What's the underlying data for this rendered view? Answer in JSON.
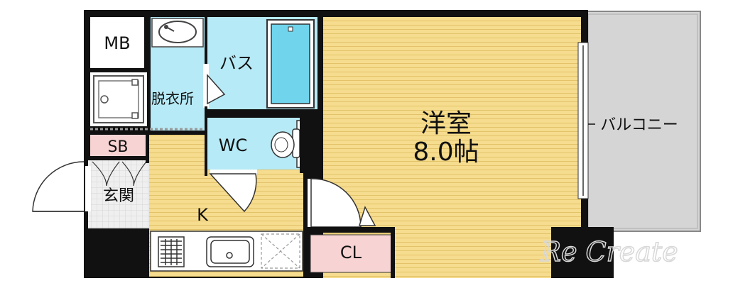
{
  "rooms": {
    "mb": "MB",
    "dressing": "脱衣所",
    "bath": "バス",
    "wc": "WC",
    "sb": "SB",
    "entrance": "玄関",
    "kitchen": "K",
    "western_name": "洋室",
    "western_size": "8.0帖",
    "closet": "CL",
    "balcony": "バルコニー"
  },
  "watermark": "Re Create",
  "colors": {
    "floor_wood": "#f6dc8e",
    "wet_area": "#b6eaf6",
    "balcony": "#d5d5d5",
    "closet": "#f8d3d3",
    "wall": "#111111"
  }
}
